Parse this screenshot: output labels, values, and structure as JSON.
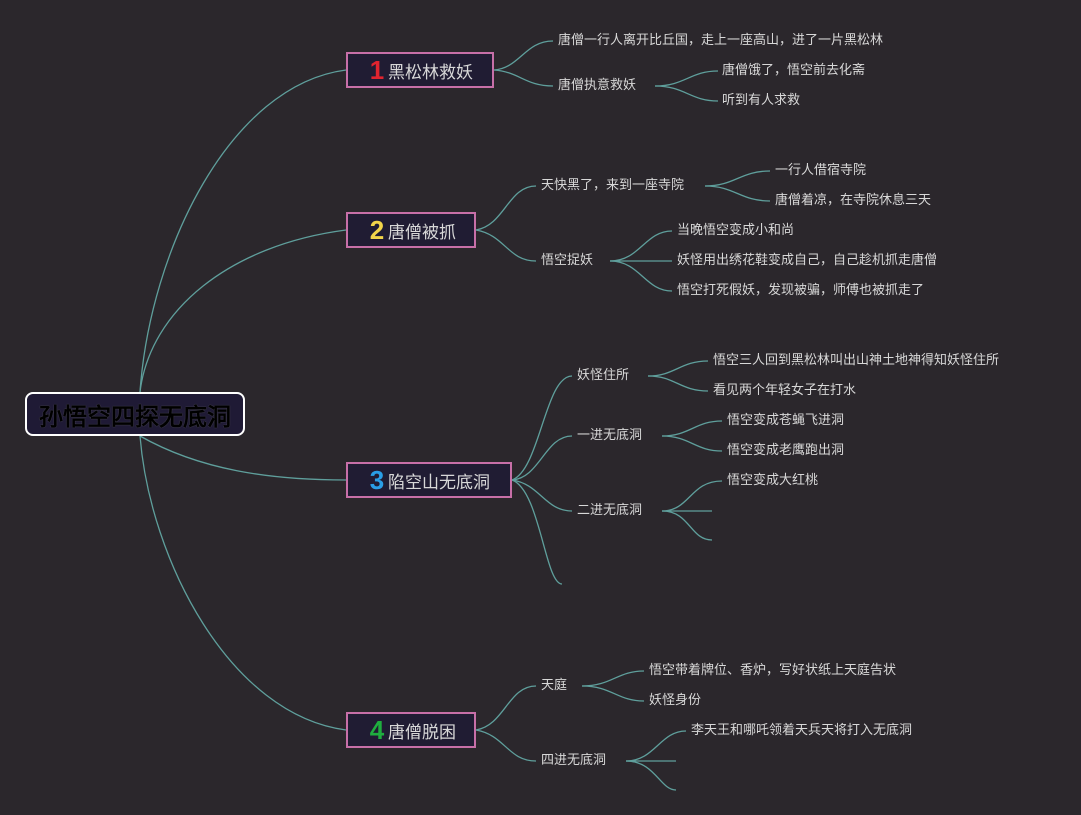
{
  "root": {
    "label": "孙悟空四探无底洞"
  },
  "colors": {
    "background": "#2b272c",
    "link": "#5f9f9c",
    "branch_border": "#c76fa8",
    "branch_fill": "#201c33",
    "n1": "#e0242f",
    "n2": "#f2d44a",
    "n3": "#2a9ee6",
    "n4": "#1fae3f"
  },
  "branches": [
    {
      "num": "1",
      "label": "黑松林救妖",
      "children": [
        {
          "label": "唐僧一行人离开比丘国，走上一座高山，进了一片黑松林",
          "children": []
        },
        {
          "label": "唐僧执意救妖",
          "children": [
            {
              "label": "唐僧饿了，悟空前去化斋"
            },
            {
              "label": "听到有人求救"
            }
          ]
        }
      ]
    },
    {
      "num": "2",
      "label": "唐僧被抓",
      "children": [
        {
          "label": "天快黑了，来到一座寺院",
          "children": [
            {
              "label": "一行人借宿寺院"
            },
            {
              "label": "唐僧着凉，在寺院休息三天"
            }
          ]
        },
        {
          "label": "悟空捉妖",
          "children": [
            {
              "label": "当晚悟空变成小和尚"
            },
            {
              "label": "妖怪用出绣花鞋变成自己，自己趁机抓走唐僧"
            },
            {
              "label": "悟空打死假妖，发现被骗，师傅也被抓走了"
            }
          ]
        }
      ]
    },
    {
      "num": "3",
      "label": "陷空山无底洞",
      "children": [
        {
          "label": "妖怪住所",
          "children": [
            {
              "label": "悟空三人回到黑松林叫出山神土地神得知妖怪住所"
            },
            {
              "label": "看见两个年轻女子在打水"
            }
          ]
        },
        {
          "label": "一进无底洞",
          "children": [
            {
              "label": "悟空变成苍蝇飞进洞"
            },
            {
              "label": "悟空变成老鹰跑出洞"
            }
          ]
        },
        {
          "label": "二进无底洞",
          "children": [
            {
              "label": "悟空变成大红桃"
            },
            {
              "label": ""
            },
            {
              "label": ""
            }
          ]
        },
        {
          "label": "",
          "children": []
        }
      ]
    },
    {
      "num": "4",
      "label": "唐僧脱困",
      "children": [
        {
          "label": "天庭",
          "children": [
            {
              "label": "悟空带着牌位、香炉，写好状纸上天庭告状"
            },
            {
              "label": "妖怪身份"
            }
          ]
        },
        {
          "label": "四进无底洞",
          "children": [
            {
              "label": "李天王和哪吒领着天兵天将打入无底洞"
            },
            {
              "label": ""
            },
            {
              "label": ""
            }
          ]
        }
      ]
    }
  ]
}
